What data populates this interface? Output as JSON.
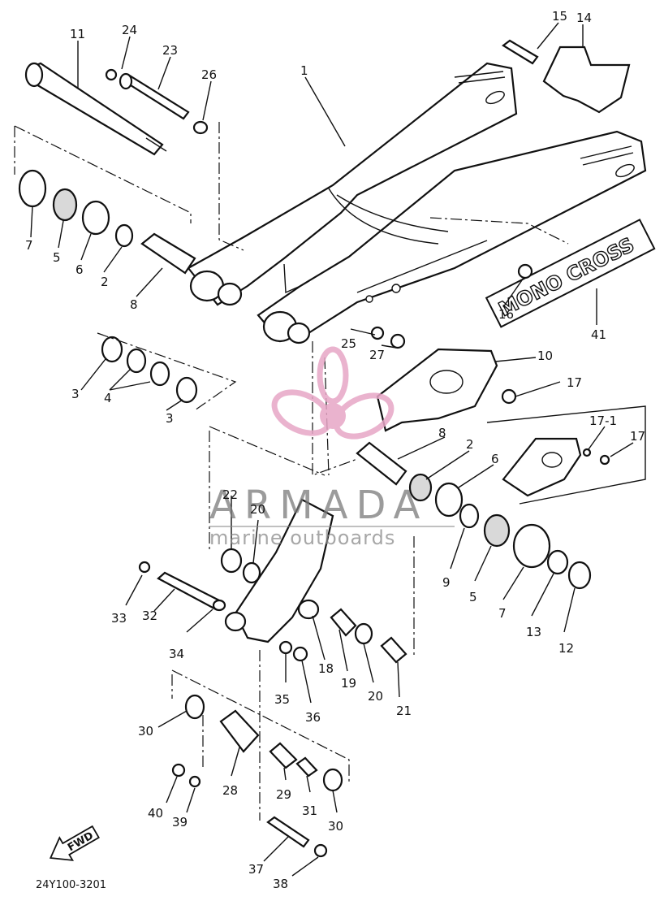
{
  "diagram": {
    "code": "24Y100-3201",
    "decal_text": "MONO CROSS",
    "fwd_label": "FWD",
    "watermark": {
      "brand": "ARMADA",
      "tagline": "marine outboards"
    },
    "callouts": [
      {
        "id": "c1",
        "text": "1"
      },
      {
        "id": "c2a",
        "text": "2"
      },
      {
        "id": "c2b",
        "text": "2"
      },
      {
        "id": "c3a",
        "text": "3"
      },
      {
        "id": "c3b",
        "text": "3"
      },
      {
        "id": "c4",
        "text": "4"
      },
      {
        "id": "c5a",
        "text": "5"
      },
      {
        "id": "c5b",
        "text": "5"
      },
      {
        "id": "c6a",
        "text": "6"
      },
      {
        "id": "c6b",
        "text": "6"
      },
      {
        "id": "c7a",
        "text": "7"
      },
      {
        "id": "c7b",
        "text": "7"
      },
      {
        "id": "c8a",
        "text": "8"
      },
      {
        "id": "c8b",
        "text": "8"
      },
      {
        "id": "c9",
        "text": "9"
      },
      {
        "id": "c10",
        "text": "10"
      },
      {
        "id": "c11",
        "text": "11"
      },
      {
        "id": "c12",
        "text": "12"
      },
      {
        "id": "c13",
        "text": "13"
      },
      {
        "id": "c14",
        "text": "14"
      },
      {
        "id": "c15",
        "text": "15"
      },
      {
        "id": "c16",
        "text": "16"
      },
      {
        "id": "c17a",
        "text": "17"
      },
      {
        "id": "c171",
        "text": "17-1"
      },
      {
        "id": "c17b",
        "text": "17"
      },
      {
        "id": "c18",
        "text": "18"
      },
      {
        "id": "c19",
        "text": "19"
      },
      {
        "id": "c20a",
        "text": "20"
      },
      {
        "id": "c20b",
        "text": "20"
      },
      {
        "id": "c21",
        "text": "21"
      },
      {
        "id": "c22",
        "text": "22"
      },
      {
        "id": "c23",
        "text": "23"
      },
      {
        "id": "c24",
        "text": "24"
      },
      {
        "id": "c25",
        "text": "25"
      },
      {
        "id": "c26",
        "text": "26"
      },
      {
        "id": "c27",
        "text": "27"
      },
      {
        "id": "c28",
        "text": "28"
      },
      {
        "id": "c29",
        "text": "29"
      },
      {
        "id": "c30a",
        "text": "30"
      },
      {
        "id": "c30b",
        "text": "30"
      },
      {
        "id": "c31",
        "text": "31"
      },
      {
        "id": "c32",
        "text": "32"
      },
      {
        "id": "c33",
        "text": "33"
      },
      {
        "id": "c34",
        "text": "34"
      },
      {
        "id": "c35",
        "text": "35"
      },
      {
        "id": "c36",
        "text": "36"
      },
      {
        "id": "c37",
        "text": "37"
      },
      {
        "id": "c38",
        "text": "38"
      },
      {
        "id": "c39",
        "text": "39"
      },
      {
        "id": "c40",
        "text": "40"
      },
      {
        "id": "c41",
        "text": "41"
      }
    ]
  },
  "colors": {
    "ink": "#111111",
    "watermark_pink": "#e7a6c6",
    "watermark_gray": "#7a7a7a"
  }
}
